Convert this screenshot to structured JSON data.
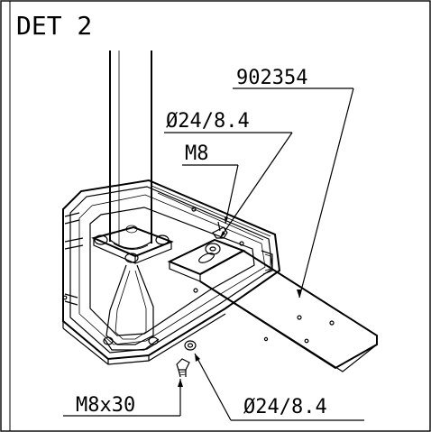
{
  "detail": {
    "title": "DET 2"
  },
  "callouts": {
    "part_number": "902354",
    "washer_top": "Ø24/8.4",
    "nut": "M8",
    "bolt": "M8x30",
    "washer_bottom": "Ø24/8.4"
  }
}
